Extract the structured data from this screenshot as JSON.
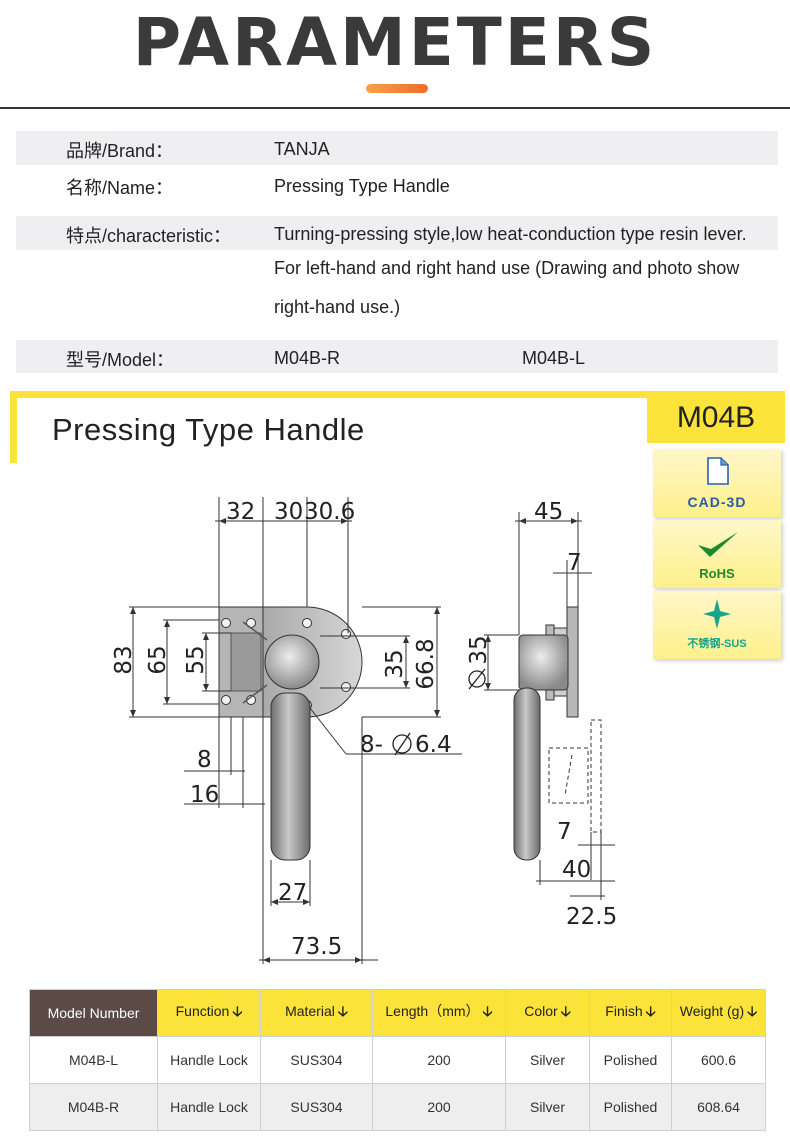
{
  "header": {
    "title": "PARAMETERS"
  },
  "params": {
    "brand_label": "品牌/Brand：",
    "brand_value": "TANJA",
    "name_label": "名称/Name：",
    "name_value": "Pressing Type Handle",
    "characteristic_label": "特点/characteristic：",
    "characteristic_lines": [
      "Turning-pressing style,low heat-conduction type resin lever.",
      "For left-hand and right hand use (Drawing and photo show",
      "right-hand use.)"
    ],
    "model_label": "型号/Model：",
    "model_values": [
      "M04B-R",
      "M04B-L"
    ]
  },
  "section": {
    "title": "Pressing Type Handle",
    "model_badge": "M04B"
  },
  "certs": [
    {
      "label": "CAD-3D",
      "icon": "document-icon"
    },
    {
      "label": "RoHS",
      "icon": "checkmark-icon"
    },
    {
      "label": "不锈钢-SUS",
      "icon": "sparkle-icon"
    }
  ],
  "dimensions": {
    "d32": "32",
    "d30": "30",
    "d30_6": "30.6",
    "d83": "83",
    "d65": "65",
    "d55": "55",
    "d35": "35",
    "d66_8": "66.8",
    "holes": "8-",
    "holes_dia": "6.4",
    "d8": "8",
    "d16": "16",
    "d27": "27",
    "d73_5": "73.5",
    "d45": "45",
    "d7a": "7",
    "d35dia": "35",
    "d7b": "7",
    "d40": "40",
    "d22_5": "22.5"
  },
  "colors": {
    "accent_yellow": "#fbe33a",
    "accent_orange": "#f26c2a",
    "header_dark": "#5b4a45"
  },
  "spec_table": {
    "headers": [
      "Model Number",
      "Function",
      "Material",
      "Length（mm）",
      "Color",
      "Finish",
      "Weight (g)"
    ],
    "rows": [
      [
        "M04B-L",
        "Handle Lock",
        "SUS304",
        "200",
        "Silver",
        "Polished",
        "600.6"
      ],
      [
        "M04B-R",
        "Handle Lock",
        "SUS304",
        "200",
        "Silver",
        "Polished",
        "608.64"
      ]
    ]
  }
}
